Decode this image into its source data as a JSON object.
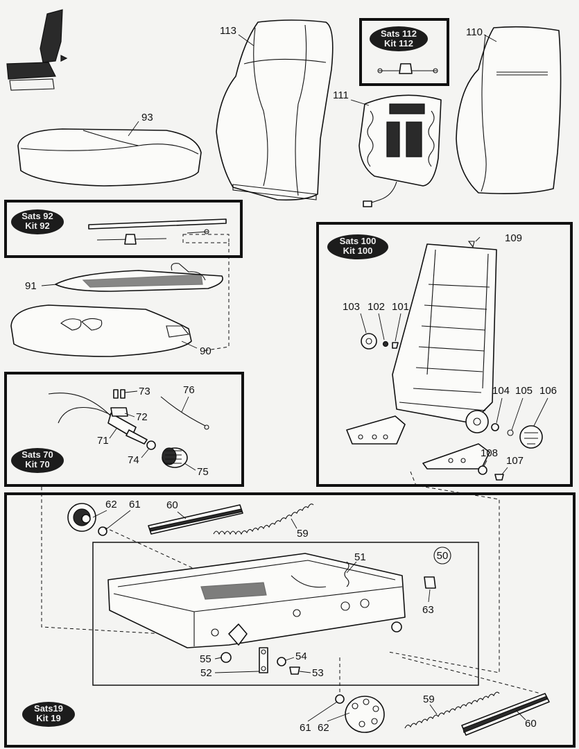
{
  "kits": {
    "k112": {
      "line1": "Sats 112",
      "line2": "Kit 112"
    },
    "k92": {
      "line1": "Sats 92",
      "line2": "Kit 92"
    },
    "k100": {
      "line1": "Sats 100",
      "line2": "Kit 100"
    },
    "k70": {
      "line1": "Sats 70",
      "line2": "Kit 70"
    },
    "k19": {
      "line1": "Sats19",
      "line2": "Kit 19"
    }
  },
  "parts": {
    "p113": "113",
    "p110": "110",
    "p111": "111",
    "p93": "93",
    "p91": "91",
    "p90": "90",
    "p109": "109",
    "p103": "103",
    "p102": "102",
    "p101": "101",
    "p104": "104",
    "p105": "105",
    "p106": "106",
    "p108": "108",
    "p107": "107",
    "p73": "73",
    "p76": "76",
    "p72": "72",
    "p71": "71",
    "p74": "74",
    "p75": "75",
    "p62a": "62",
    "p61a": "61",
    "p60a": "60",
    "p59a": "59",
    "p51": "51",
    "p50": "50",
    "p63": "63",
    "p55": "55",
    "p54": "54",
    "p52": "52",
    "p53": "53",
    "p61b": "61",
    "p62b": "62",
    "p59b": "59",
    "p60b": "60"
  }
}
